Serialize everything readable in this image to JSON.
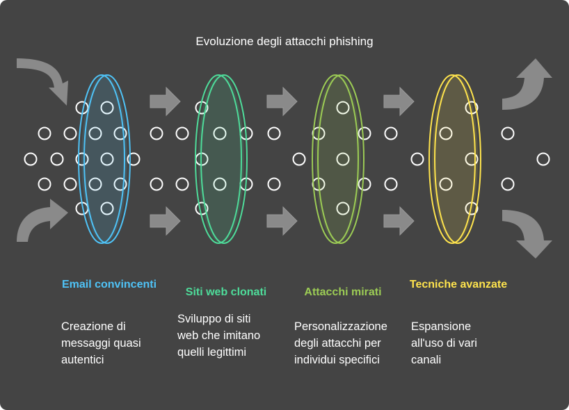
{
  "title": "Evoluzione degli attacchi phishing",
  "colors": {
    "background": "#444444",
    "arrow": "#8a8a8a",
    "dot_stroke": "#ffffff"
  },
  "stages": [
    {
      "title": "Email convincenti",
      "description": "Creazione di messaggi quasi autentici",
      "color": "#4fc3f7"
    },
    {
      "title": "Siti web clonati",
      "description": "Sviluppo di siti web che imitano quelli legittimi",
      "color": "#4edc9a"
    },
    {
      "title": "Attacchi mirati",
      "description": "Personalizzazione degli attacchi per individui specifici",
      "color": "#9ccc55"
    },
    {
      "title": "Tecniche avanzate",
      "description": "Espansione all'uso di vari canali",
      "color": "#ffe44d"
    }
  ]
}
